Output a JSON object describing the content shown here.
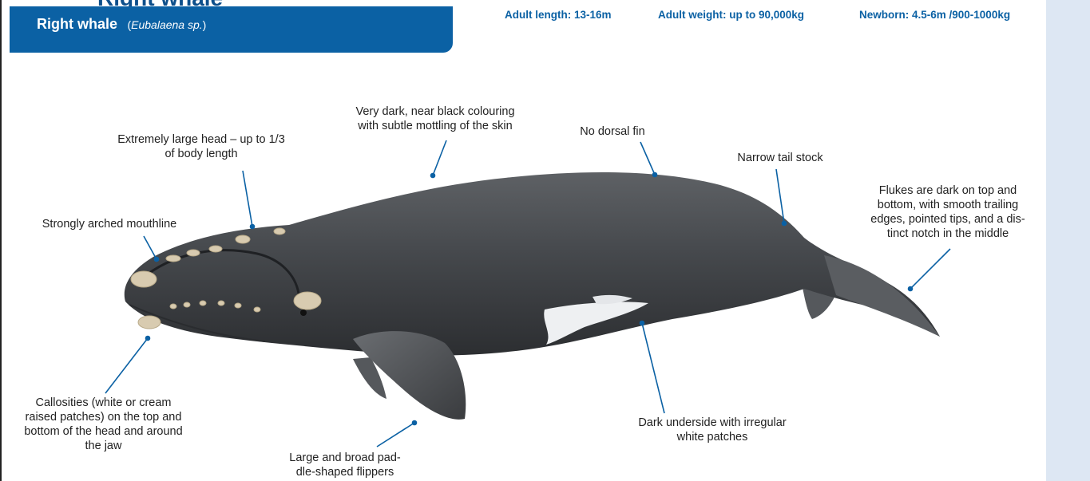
{
  "top_cut_text": "Right whale",
  "header": {
    "title": "Right whale",
    "sci_open": "(",
    "sci_name": "Eubalaena sp.",
    "sci_close": ")"
  },
  "stats": {
    "adult_length": "Adult length: 13-16m",
    "adult_weight": "Adult weight: up to 90,000kg",
    "newborn": "Newborn: 4.5-6m /900-1000kg"
  },
  "annotations": {
    "colouring_1": "Very dark, near black colouring",
    "colouring_2": "with subtle mottling of the skin",
    "head_1": "Extremely large head – up to 1/3",
    "head_2": "of body length",
    "dorsal": "No dorsal fin",
    "tail_stock": "Narrow tail stock",
    "mouthline": "Strongly arched mouthline",
    "flukes_1": "Flukes are dark on top and",
    "flukes_2": "bottom, with smooth trailing",
    "flukes_3": "edges, pointed tips, and a dis-",
    "flukes_4": "tinct notch in the middle",
    "callosities_1": "Callosities (white or cream",
    "callosities_2": "raised patches) on the top and",
    "callosities_3": "bottom of the head and around",
    "callosities_4": "the jaw",
    "flippers_1": "Large and broad pad-",
    "flippers_2": "dle-shaped flippers",
    "underside_1": "Dark underside with irregular",
    "underside_2": "white patches"
  },
  "colors": {
    "brand_blue": "#0b61a4",
    "leader_line": "#0b61a4",
    "whale_body": "#3e4144",
    "callosity": "#d8cbb0"
  }
}
